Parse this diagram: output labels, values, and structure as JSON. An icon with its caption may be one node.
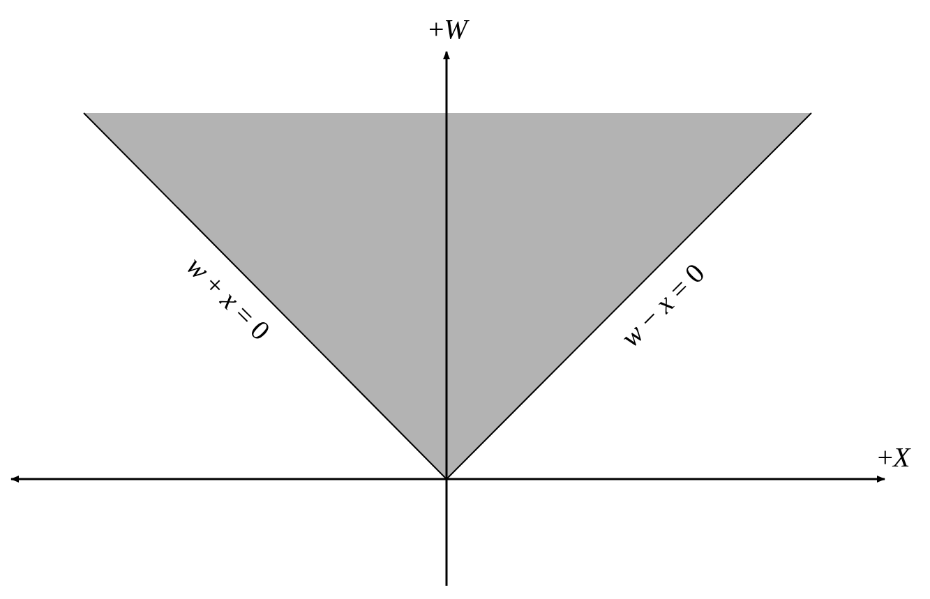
{
  "diagram": {
    "labels": [
      "+*W*",
      "*w* + *x* = 0",
      "*w* − *x* = 0",
      "+*X*"
    ]
  }
}
